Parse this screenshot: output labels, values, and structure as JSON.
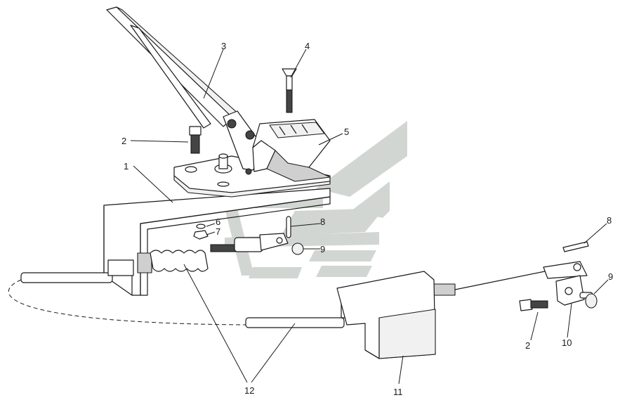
{
  "diagram": {
    "callouts": [
      {
        "id": "c1",
        "text": "1"
      },
      {
        "id": "c2a",
        "text": "2"
      },
      {
        "id": "c2b",
        "text": "2"
      },
      {
        "id": "c3",
        "text": "3"
      },
      {
        "id": "c4",
        "text": "4"
      },
      {
        "id": "c5",
        "text": "5"
      },
      {
        "id": "c6a",
        "text": "6"
      },
      {
        "id": "c7",
        "text": "7"
      },
      {
        "id": "c8a",
        "text": "8"
      },
      {
        "id": "c8b",
        "text": "8"
      },
      {
        "id": "c9a",
        "text": "9"
      },
      {
        "id": "c9b",
        "text": "9"
      },
      {
        "id": "c10",
        "text": "10"
      },
      {
        "id": "c11",
        "text": "11"
      },
      {
        "id": "c12",
        "text": "12"
      }
    ],
    "colors": {
      "line": "#1a1a1a",
      "watermark": "#d2d6d3",
      "background": "#ffffff"
    }
  }
}
